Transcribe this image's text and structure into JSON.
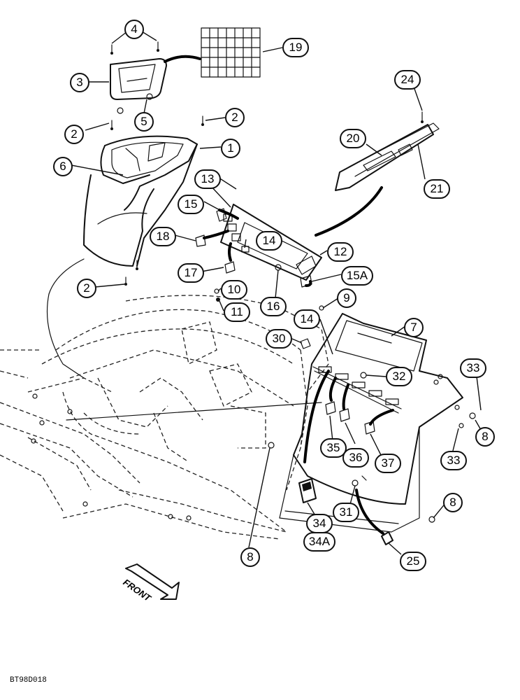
{
  "diagram": {
    "drawing_code": "BT98D018",
    "front_label": "FRONT",
    "callouts": [
      "4",
      "19",
      "3",
      "24",
      "5",
      "2",
      "20",
      "1",
      "6",
      "21",
      "13",
      "15",
      "18",
      "14",
      "12",
      "17",
      "10",
      "15A",
      "16",
      "11",
      "9",
      "14",
      "7",
      "30",
      "32",
      "33",
      "8",
      "35",
      "36",
      "37",
      "33",
      "8",
      "31",
      "34",
      "34A",
      "8",
      "25",
      "2",
      "2"
    ]
  }
}
